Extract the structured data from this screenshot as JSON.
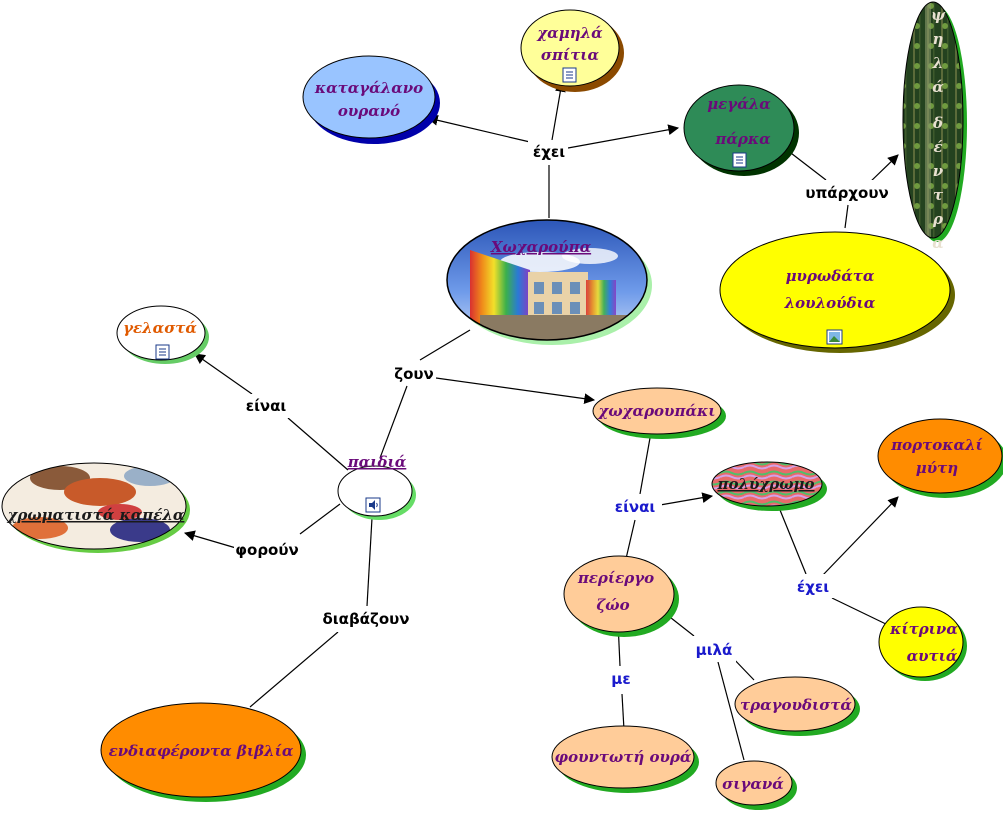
{
  "colors": {
    "line": "#000000",
    "label_black": "#000000",
    "label_blue": "#1a1acc",
    "text_purple": "#6a0a7a",
    "text_blue": "#1a1a9a",
    "text_orange": "#e05a00"
  },
  "nodes": {
    "center": {
      "text": "Χωχαρούπα",
      "fill": "#2a4fa8",
      "shadow": "#aaf0aa"
    },
    "low_houses": {
      "line1": "χαμηλά",
      "line2": "σπίτια",
      "fill": "#ffff99",
      "shadow": "#8b4a00",
      "icon": "document-icon"
    },
    "slanted_sky": {
      "line1": "καταγάλανο",
      "line2": "ουρανό",
      "fill": "#99c4ff",
      "shadow": "#0000aa"
    },
    "big_parks": {
      "line1": "μεγάλα",
      "line2": "πάρκα",
      "fill": "#2e8b57",
      "shadow": "#003300",
      "icon": "document-icon"
    },
    "tall_trees": {
      "text": "ψηλά δέντρα",
      "fill": "#1f3d1f",
      "shadow": "#22aa22"
    },
    "fragrant_flowers": {
      "line1": "μυρωδάτα",
      "line2": "λουλούδια",
      "fill": "#ffff00",
      "shadow": "#666600",
      "icon": "image-icon"
    },
    "funny": {
      "text": "γελαστά",
      "fill": "#ffffff",
      "shadow": "#66cc66",
      "icon": "document-icon"
    },
    "children": {
      "text": "παιδιά",
      "fill": "#ffffff",
      "shadow": "#66dd66",
      "icon": "speaker-icon"
    },
    "colorful_hats": {
      "text": "χρωματιστά καπέλα",
      "fill": "#f0e6d8",
      "shadow": "#66cc44"
    },
    "interesting_books": {
      "text": "ενδιαφέροντα βιβλία",
      "fill": "#ff8c00",
      "shadow": "#22aa22"
    },
    "chocharoupaki": {
      "text": "χωχαρουπάκι",
      "fill": "#ffcc99",
      "shadow": "#22aa22"
    },
    "multicolored": {
      "text": "πολύχρωμο",
      "fill": "#e86a6a",
      "shadow": "#22aa22"
    },
    "orange_nose": {
      "line1": "πορτοκαλί",
      "line2": "μύτη",
      "fill": "#ff8c00",
      "shadow": "#22aa22"
    },
    "yellow_ears": {
      "line1": "κίτρινα",
      "line2": "αυτιά",
      "fill": "#ffff00",
      "shadow": "#22aa22"
    },
    "curious_animal": {
      "line1": "περίεργο",
      "line2": "ζώο",
      "fill": "#ffcc99",
      "shadow": "#22aa22"
    },
    "singing": {
      "text": "τραγουδιστά",
      "fill": "#ffcc99",
      "shadow": "#22aa22"
    },
    "fluffy_tail": {
      "text": "φουντωτή ουρά",
      "fill": "#ffcc99",
      "shadow": "#22aa22"
    },
    "quietly": {
      "text": "σιγανά",
      "fill": "#ffcc99",
      "shadow": "#22aa22"
    }
  },
  "labels": {
    "has_top": "έχει",
    "exist": "υπάρχουν",
    "live": "ζουν",
    "are_left": "είναι",
    "wear": "φορούν",
    "read": "διαβάζουν",
    "are_right": "είναι",
    "has_right": "έχει",
    "with": "με",
    "speaks": "μιλά"
  }
}
